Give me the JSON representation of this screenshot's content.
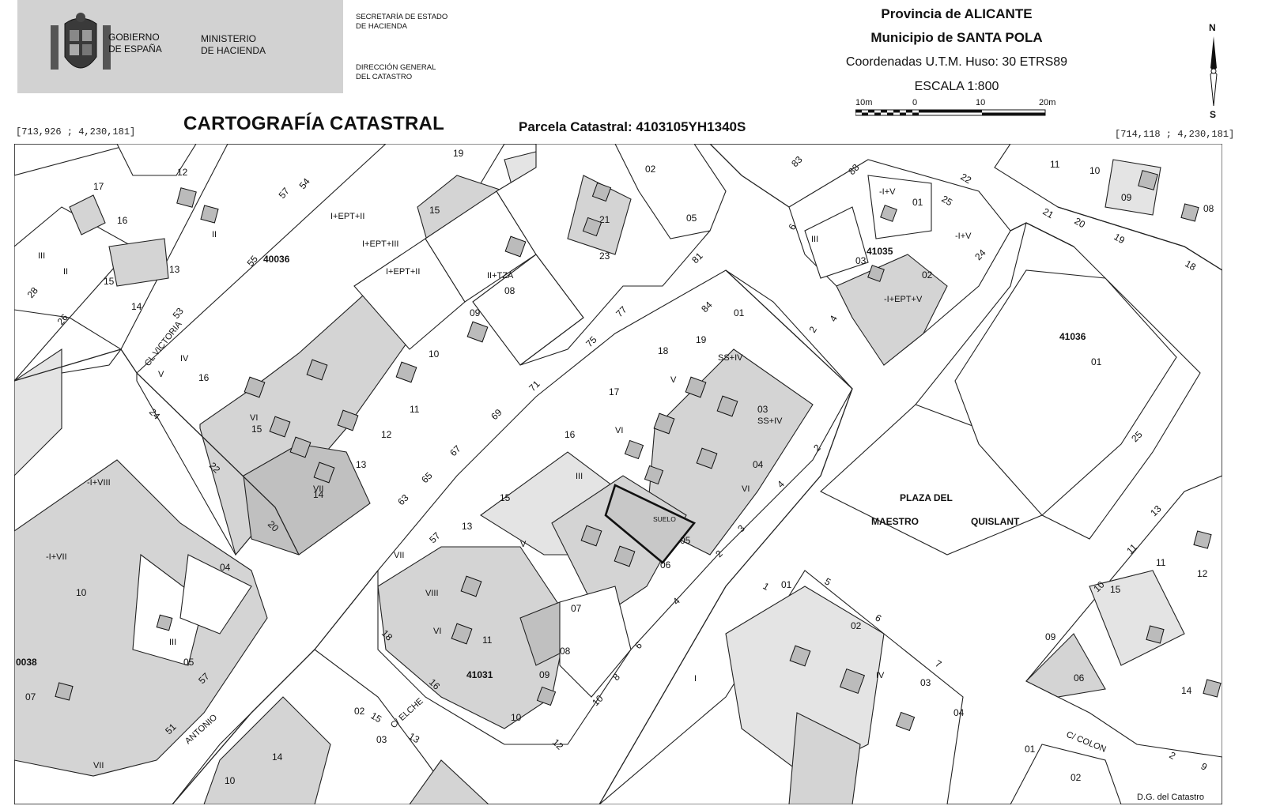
{
  "header": {
    "gobierno": [
      "GOBIERNO",
      "DE ESPAÑA"
    ],
    "ministerio": [
      "MINISTERIO",
      "DE HACIENDA"
    ],
    "secretaria": [
      "SECRETARÍA DE ESTADO",
      "DE HACIENDA"
    ],
    "direccion": [
      "DIRECCIÓN GENERAL",
      "DEL CATASTRO"
    ],
    "provincia": "Provincia de ALICANTE",
    "municipio": "Municipio de SANTA POLA",
    "coordenadas": "Coordenadas U.T.M. Huso: 30 ETRS89",
    "escala": "ESCALA 1:800",
    "scale_ticks": [
      "10m",
      "0",
      "10",
      "20m"
    ],
    "north": "N",
    "south": "S",
    "title": "CARTOGRAFÍA CATASTRAL",
    "parcela": "Parcela Catastral: 4103105YH1340S",
    "coord_left": "[713,926 ; 4,230,181]",
    "coord_right": "[714,118 ; 4,230,181]"
  },
  "map": {
    "street_labels": [
      "CL VICTORIA",
      "PLAZA DEL",
      "MAESTRO",
      "QUISLANT",
      "C/ ELCHE",
      "ANTONIO",
      "C/ COLON"
    ],
    "block_ids": [
      "40036",
      "41035",
      "41036",
      "41031",
      "0038"
    ],
    "highlight_parcel": {
      "number": "05",
      "label": "SUELO"
    },
    "credit": "D.G. del Catastro",
    "colors": {
      "built_dark": "#c0c0c0",
      "built_mid": "#d4d4d4",
      "built_light": "#e4e4e4",
      "lines": "#222222"
    }
  }
}
